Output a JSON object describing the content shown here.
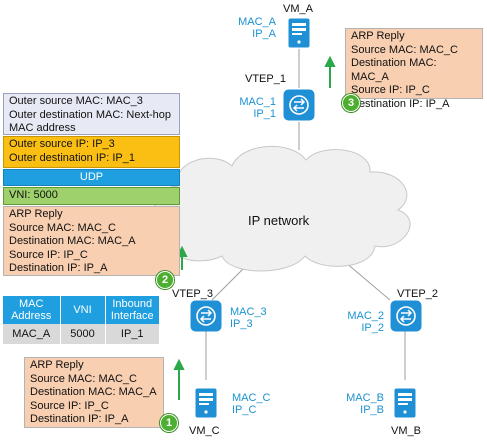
{
  "cloud_label": "IP network",
  "vm_a": {
    "name": "VM_A",
    "mac": "MAC_A",
    "ip": "IP_A"
  },
  "vm_b": {
    "name": "VM_B",
    "mac": "MAC_B",
    "ip": "IP_B"
  },
  "vm_c": {
    "name": "VM_C",
    "mac": "MAC_C",
    "ip": "IP_C"
  },
  "vtep_1": {
    "name": "VTEP_1",
    "mac": "MAC_1",
    "ip": "IP_1"
  },
  "vtep_2": {
    "name": "VTEP_2",
    "mac": "MAC_2",
    "ip": "IP_2"
  },
  "vtep_3": {
    "name": "VTEP_3",
    "mac": "MAC_3",
    "ip": "IP_3"
  },
  "steps": [
    "1",
    "2",
    "3"
  ],
  "arp_reply_3": [
    "ARP Reply",
    "Source MAC: MAC_C",
    "Destination MAC: MAC_A",
    "Source IP: IP_C",
    "Destination IP: IP_A"
  ],
  "arp_reply_1": [
    "ARP Reply",
    "Source MAC: MAC_C",
    "Destination MAC: MAC_A",
    "Source IP: IP_C",
    "Destination IP: IP_A"
  ],
  "packet": {
    "outer_mac": [
      "Outer source MAC: MAC_3",
      "Outer destination MAC: Next-hop",
      "MAC address"
    ],
    "outer_ip": [
      "Outer source IP: IP_3",
      "Outer destination IP: IP_1"
    ],
    "udp": "UDP",
    "vni": "VNI: 5000",
    "inner": [
      "ARP Reply",
      "Source MAC: MAC_C",
      "Destination MAC: MAC_A",
      "Source IP: IP_C",
      "Destination IP: IP_A"
    ]
  },
  "mac_table": {
    "headers": [
      "MAC Address",
      "VNI",
      "Inbound Interface"
    ],
    "rows": [
      [
        "MAC_A",
        "5000",
        "IP_1"
      ]
    ]
  },
  "colors": {
    "peach": "#f9cfb1",
    "outer_mac_bg": "#e7eaf5",
    "outer_ip_bg": "#fbbf14",
    "udp_bg": "#1f9ee0",
    "vni_bg": "#9ed16c",
    "table_header": "#1f9ee0",
    "table_cell": "#d9d9d9",
    "label_blue": "#1b93d0",
    "arrow_green": "#2aa84a",
    "badge_green": "#4caf2f",
    "device_blue": "#1f8fd6"
  }
}
